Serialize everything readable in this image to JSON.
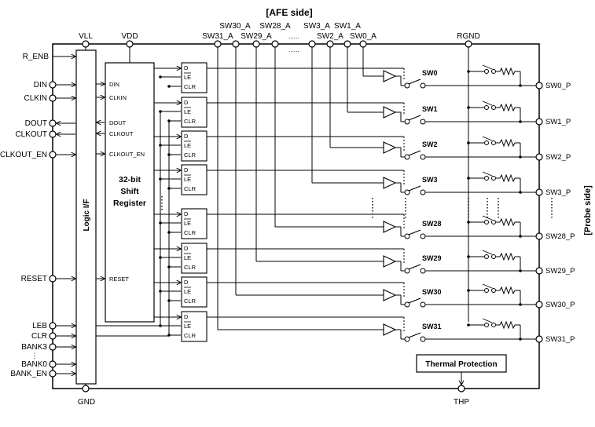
{
  "diagram": {
    "afe_side_label": "[AFE side]",
    "probe_side_label": "[Probe side]",
    "top_pins": {
      "vll": "VLL",
      "vdd": "VDD",
      "rgnd": "RGND",
      "row1": [
        "SW30_A",
        "SW28_A",
        "SW3_A",
        "SW1_A"
      ],
      "row2": [
        "SW31_A",
        "SW29_A",
        "SW2_A",
        "SW0_A"
      ]
    },
    "bottom_pins": {
      "gnd": "GND",
      "thp": "THP"
    },
    "left_pins": [
      "R_ENB",
      "DIN",
      "CLKIN",
      "DOUT",
      "CLKOUT",
      "CLKOUT_EN",
      "RESET",
      "LEB",
      "CLR",
      "BANK3",
      "BANK0",
      "BANK_EN"
    ],
    "logic_if_label": "Logic I/F",
    "shift_register": {
      "title_lines": [
        "32-bit",
        "Shift",
        "Register"
      ],
      "ports": [
        "DIN",
        "CLKIN",
        "DOUT",
        "CLKOUT",
        "CLKOUT_EN",
        "RESET"
      ]
    },
    "latch_ports": [
      "D",
      "LE",
      "CLR"
    ],
    "switches": [
      "SW0",
      "SW1",
      "SW2",
      "SW3",
      "SW28",
      "SW29",
      "SW30",
      "SW31"
    ],
    "right_pins": [
      "SW0_P",
      "SW1_P",
      "SW2_P",
      "SW3_P",
      "SW28_P",
      "SW29_P",
      "SW30_P",
      "SW31_P"
    ],
    "thermal_protection": "Thermal Protection",
    "ellipsis": "......"
  }
}
